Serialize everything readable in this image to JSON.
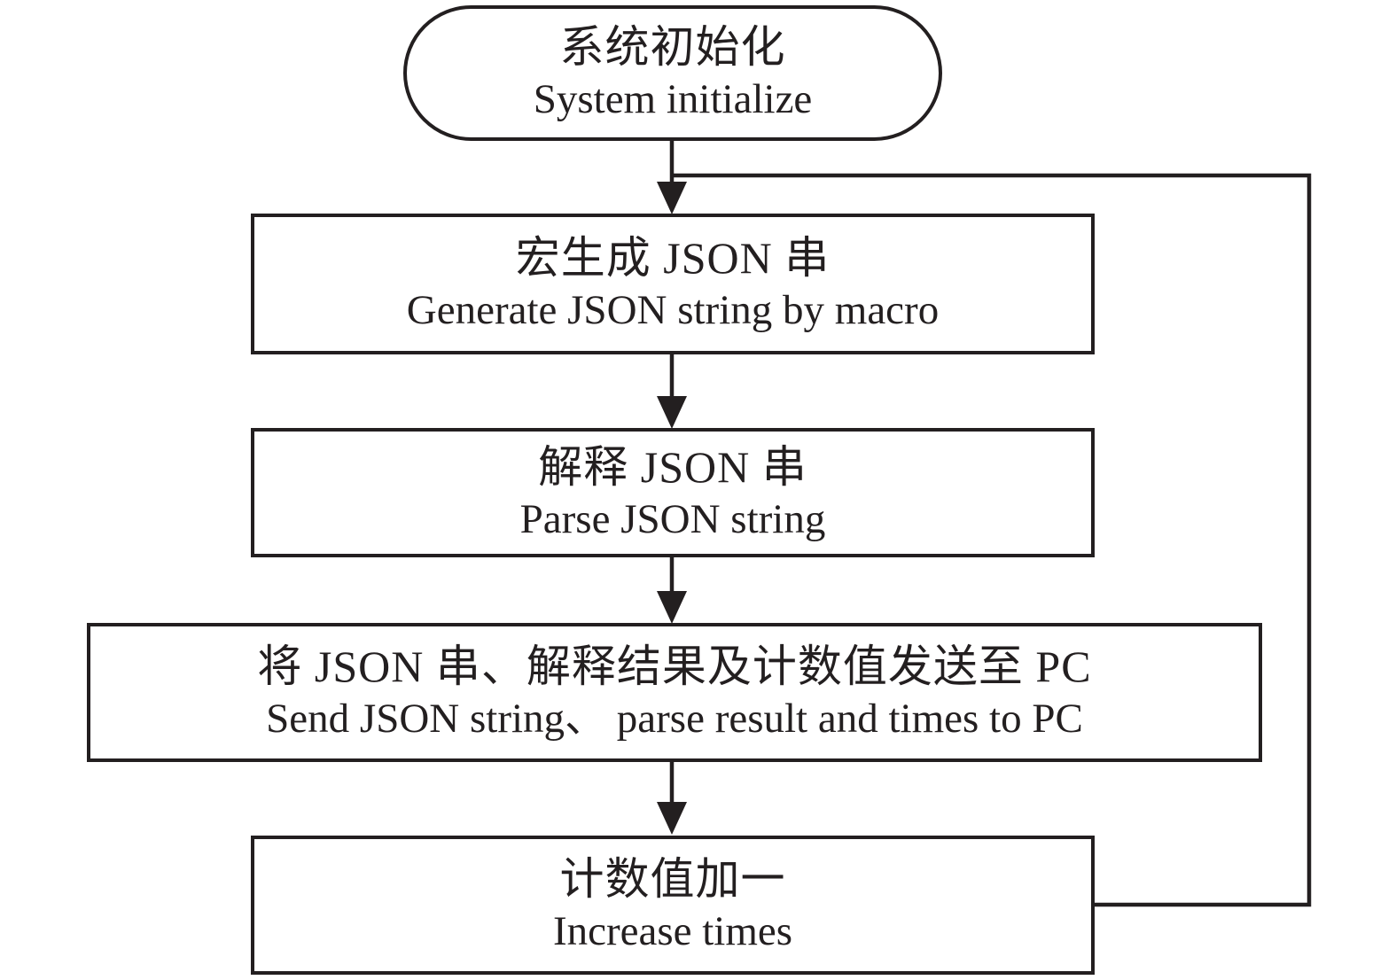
{
  "diagram": {
    "title": "JSON macro test loop flowchart",
    "colors": {
      "line": "#231f20",
      "background": "#ffffff",
      "text": "#231f20"
    },
    "nodes": [
      {
        "id": "start",
        "shape": "stadium",
        "zh": "系统初始化",
        "en": "System initialize"
      },
      {
        "id": "generate",
        "shape": "rectangle",
        "zh": "宏生成 JSON 串",
        "en": "Generate JSON string by macro"
      },
      {
        "id": "parse",
        "shape": "rectangle",
        "zh": "解释 JSON 串",
        "en": "Parse JSON string"
      },
      {
        "id": "send",
        "shape": "rectangle",
        "zh": "将 JSON 串、解释结果及计数值发送至 PC",
        "en": "Send JSON string、 parse result and times to PC"
      },
      {
        "id": "increase",
        "shape": "rectangle",
        "zh": "计数值加一",
        "en": "Increase times"
      }
    ],
    "edges": [
      {
        "from": "start",
        "to": "generate",
        "style": "arrow-down"
      },
      {
        "from": "generate",
        "to": "parse",
        "style": "arrow-down"
      },
      {
        "from": "parse",
        "to": "send",
        "style": "arrow-down"
      },
      {
        "from": "send",
        "to": "increase",
        "style": "arrow-down"
      },
      {
        "from": "increase",
        "to": "generate",
        "style": "loop-right-up"
      }
    ]
  }
}
